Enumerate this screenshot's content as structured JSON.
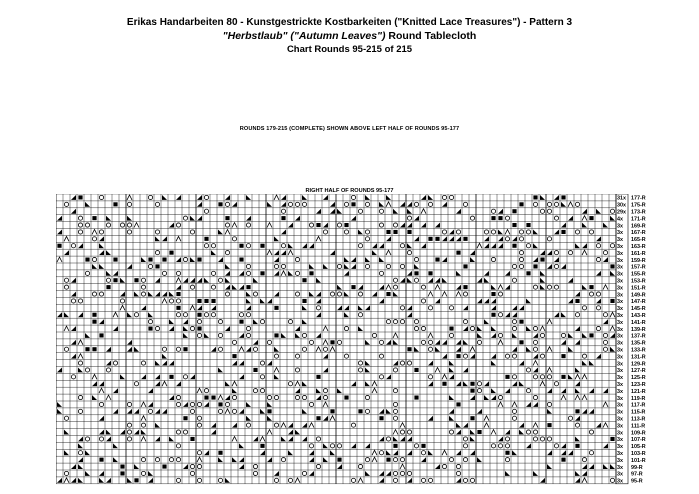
{
  "header": {
    "line1": "Erikas Handarbeiten 80 - Kunstgestrickte Kostbarkeiten (\"Knitted Lace Treasures\") - Pattern 3",
    "line2_title": "\"Herbstlaub\" (\"Autumn Leaves\")",
    "line2_rest": " Round Tablecloth",
    "line3": "Chart Rounds 95-215 of 215"
  },
  "note": "ROUNDS 179-215 (COMPLETE) SHOWN ABOVE LEFT HALF OF ROUNDS 95-177",
  "chart_label": "RIGHT HALF OF ROUNDS 95-177",
  "row_labels": [
    "177-R",
    "175-R",
    "173-R",
    "171-R",
    "169-R",
    "167-R",
    "165-R",
    "163-R",
    "161-R",
    "159-R",
    "157-R",
    "155-R",
    "153-R",
    "151-R",
    "149-R",
    "147-R",
    "145-R",
    "143-R",
    "141-R",
    "139-R",
    "137-R",
    "135-R",
    "133-R",
    "131-R",
    "129-R",
    "127-R",
    "125-R",
    "123-R",
    "121-R",
    "119-R",
    "117-R",
    "115-R",
    "113-R",
    "111-R",
    "109-R",
    "107-R",
    "105-R",
    "103-R",
    "101-R",
    "99-R",
    "97-R",
    "95-R"
  ],
  "repeat_labels": [
    "31x",
    "30x",
    "29x",
    "4x",
    "3x",
    "3x",
    "3x",
    "3x",
    "3x",
    "3x",
    "3x",
    "3x",
    "3x",
    "3x",
    "3x",
    "3x",
    "3x",
    "3x",
    "3x",
    "3x",
    "3x",
    "3x",
    "3x",
    "3x",
    "3x",
    "3x",
    "3x",
    "3x",
    "3x",
    "3x",
    "3x",
    "3x",
    "3x",
    "3x",
    "3x",
    "3x",
    "3x",
    "3x",
    "3x",
    "3x",
    "3x",
    "3x"
  ]
}
